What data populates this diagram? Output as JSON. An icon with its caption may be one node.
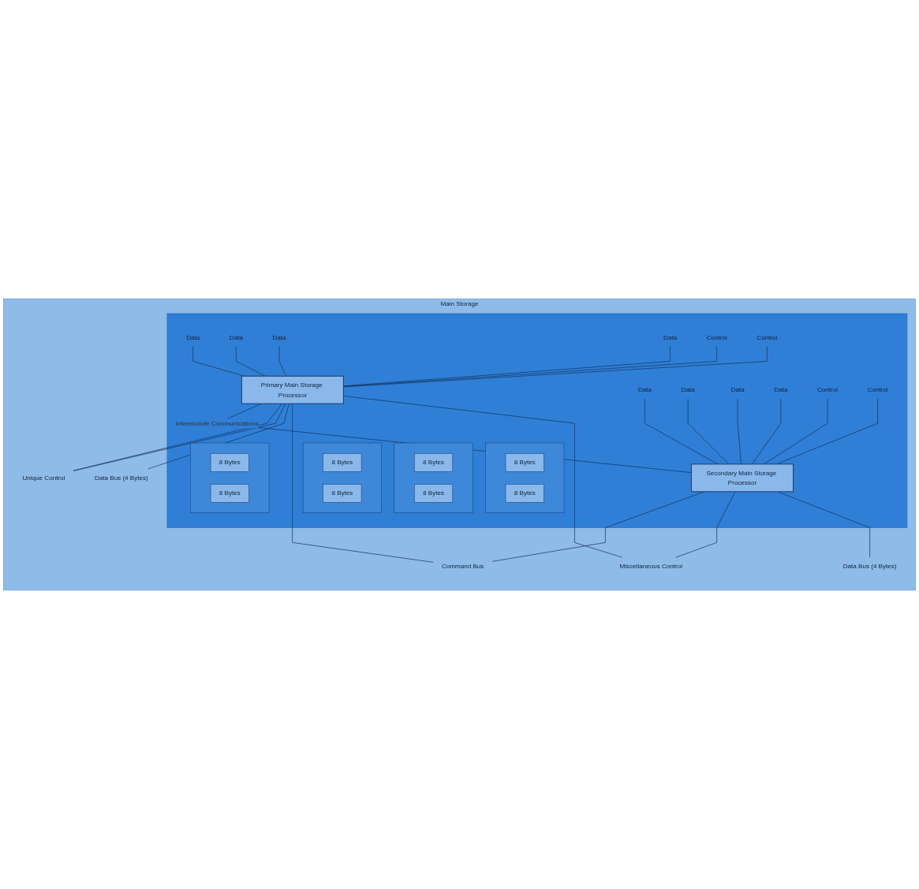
{
  "diagram": {
    "nodes": [
      {
        "text": [
          "Main Storage"
        ]
      },
      {
        "text": [],
        "shape": "box",
        "in": 0
      },
      {
        "text": [],
        "shape": "box",
        "in": 1
      },
      {
        "text": [
          "8 Bytes"
        ],
        "in": 2
      },
      {
        "text": [
          "8 Bytes"
        ],
        "in": 2
      },
      {
        "text": [],
        "shape": "box",
        "in": 1
      },
      {
        "text": [
          "8 Bytes"
        ],
        "in": 5
      },
      {
        "text": [
          "8 Bytes"
        ],
        "in": 5
      },
      {
        "text": [],
        "shape": "box",
        "in": 1
      },
      {
        "text": [
          "8 Bytes"
        ],
        "in": 8
      },
      {
        "text": [
          "8 Bytes"
        ],
        "in": 8
      },
      {
        "text": [],
        "shape": "box",
        "in": 1
      },
      {
        "text": [
          "8 Bytes"
        ],
        "in": 11
      },
      {
        "text": [
          "8 Bytes"
        ],
        "in": 11
      },
      {
        "text": [
          "Control"
        ],
        "in": 1
      },
      {
        "text": [
          "Control"
        ],
        "in": 1
      },
      {
        "text": [
          "Control"
        ],
        "in": 1
      },
      {
        "text": [
          "Control"
        ],
        "in": 1
      },
      {
        "text": [
          "Data"
        ],
        "in": 1
      },
      {
        "text": [
          "Data"
        ],
        "in": 1
      },
      {
        "text": [
          "Data"
        ],
        "in": 1
      },
      {
        "text": [
          "Data"
        ],
        "in": 1
      },
      {
        "text": [
          "Data"
        ],
        "in": 1
      },
      {
        "text": [
          "Data"
        ],
        "in": 1
      },
      {
        "text": [
          "Data"
        ],
        "in": 1
      },
      {
        "text": [
          "Data"
        ],
        "in": 1
      },
      {
        "text": [
          "Primary Main Storage Processor"
        ],
        "in": 1
      },
      {
        "text": [
          "Secondary Main Storage Processor"
        ],
        "in": 1
      },
      {
        "text": [
          "Unique Control"
        ],
        "in": 0
      },
      {
        "text": [
          "Data Bus (4 Bytes)"
        ],
        "in": 0
      },
      {
        "text": [
          "Command Bus"
        ],
        "in": 0
      },
      {
        "text": [
          "Miscellaneous Control"
        ],
        "in": 0
      },
      {
        "text": [
          "Data Bus (4 Bytes)"
        ],
        "in": 0
      }
    ],
    "edges": [
      {
        "from": 18,
        "to": 26,
        "arrow": "none"
      },
      {
        "from": 20,
        "to": 26,
        "arrow": "none"
      },
      {
        "from": 22,
        "to": 26,
        "arrow": "none"
      },
      {
        "from": 24,
        "to": 26,
        "arrow": "none"
      },
      {
        "from": 19,
        "to": 27,
        "arrow": "none"
      },
      {
        "from": 21,
        "to": 27,
        "arrow": "none"
      },
      {
        "from": 23,
        "to": 27,
        "arrow": "none"
      },
      {
        "from": 25,
        "to": 27,
        "arrow": "none"
      },
      {
        "from": 14,
        "to": 26,
        "arrow": "none"
      },
      {
        "from": 16,
        "to": 26,
        "arrow": "none"
      },
      {
        "from": 15,
        "to": 27,
        "arrow": "none"
      },
      {
        "from": 17,
        "to": 27,
        "arrow": "none"
      },
      {
        "from": 26,
        "to": 27,
        "arrow": "none",
        "label": "Intermodule Communications"
      },
      {
        "from": 26,
        "to": 28,
        "arrow": "none"
      },
      {
        "from": 26,
        "to": 28,
        "arrow": "none"
      },
      {
        "from": 26,
        "to": 29,
        "arrow": "none"
      },
      {
        "from": 26,
        "to": 30,
        "arrow": "none"
      },
      {
        "from": 27,
        "to": 30,
        "arrow": "none"
      },
      {
        "from": 26,
        "to": 31,
        "arrow": "none"
      },
      {
        "from": 27,
        "to": 31,
        "arrow": "none"
      },
      {
        "from": 27,
        "to": 32,
        "arrow": "none"
      }
    ]
  }
}
